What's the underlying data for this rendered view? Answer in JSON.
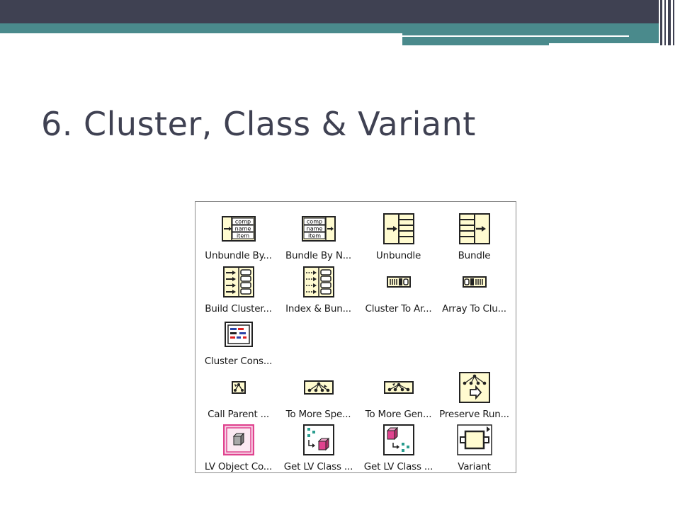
{
  "slide": {
    "title": "6. Cluster, Class & Variant"
  },
  "palette": {
    "items": [
      {
        "label": "Unbundle By...",
        "icon": "unbundle-by-name-icon"
      },
      {
        "label": "Bundle By N...",
        "icon": "bundle-by-name-icon"
      },
      {
        "label": "Unbundle",
        "icon": "unbundle-icon"
      },
      {
        "label": "Bundle",
        "icon": "bundle-icon"
      },
      {
        "label": "Build Cluster...",
        "icon": "build-cluster-array-icon"
      },
      {
        "label": "Index & Bun...",
        "icon": "index-bundle-cluster-array-icon"
      },
      {
        "label": "Cluster To Ar...",
        "icon": "cluster-to-array-icon"
      },
      {
        "label": "Array To Clu...",
        "icon": "array-to-cluster-icon"
      },
      {
        "label": "Cluster Cons...",
        "icon": "cluster-constant-icon"
      },
      {
        "label": "Call Parent ...",
        "icon": "call-parent-method-icon"
      },
      {
        "label": "To More Spe...",
        "icon": "to-more-specific-class-icon"
      },
      {
        "label": "To More Gen...",
        "icon": "to-more-generic-class-icon"
      },
      {
        "label": "Preserve Run...",
        "icon": "preserve-run-time-class-icon"
      },
      {
        "label": "LV Object Co...",
        "icon": "lv-object-constant-icon"
      },
      {
        "label": "Get LV Class ...",
        "icon": "get-lv-class-default-value-icon"
      },
      {
        "label": "Get LV Class ...",
        "icon": "get-lv-class-path-icon"
      },
      {
        "label": "Variant",
        "icon": "variant-icon"
      }
    ],
    "icon_text": {
      "comp": "comp",
      "name": "name",
      "item": "item"
    }
  },
  "colors": {
    "header_dark": "#3f4152",
    "header_teal": "#4a8a8c",
    "icon_fill": "#fffbd0",
    "class_pink": "#e0438f"
  }
}
